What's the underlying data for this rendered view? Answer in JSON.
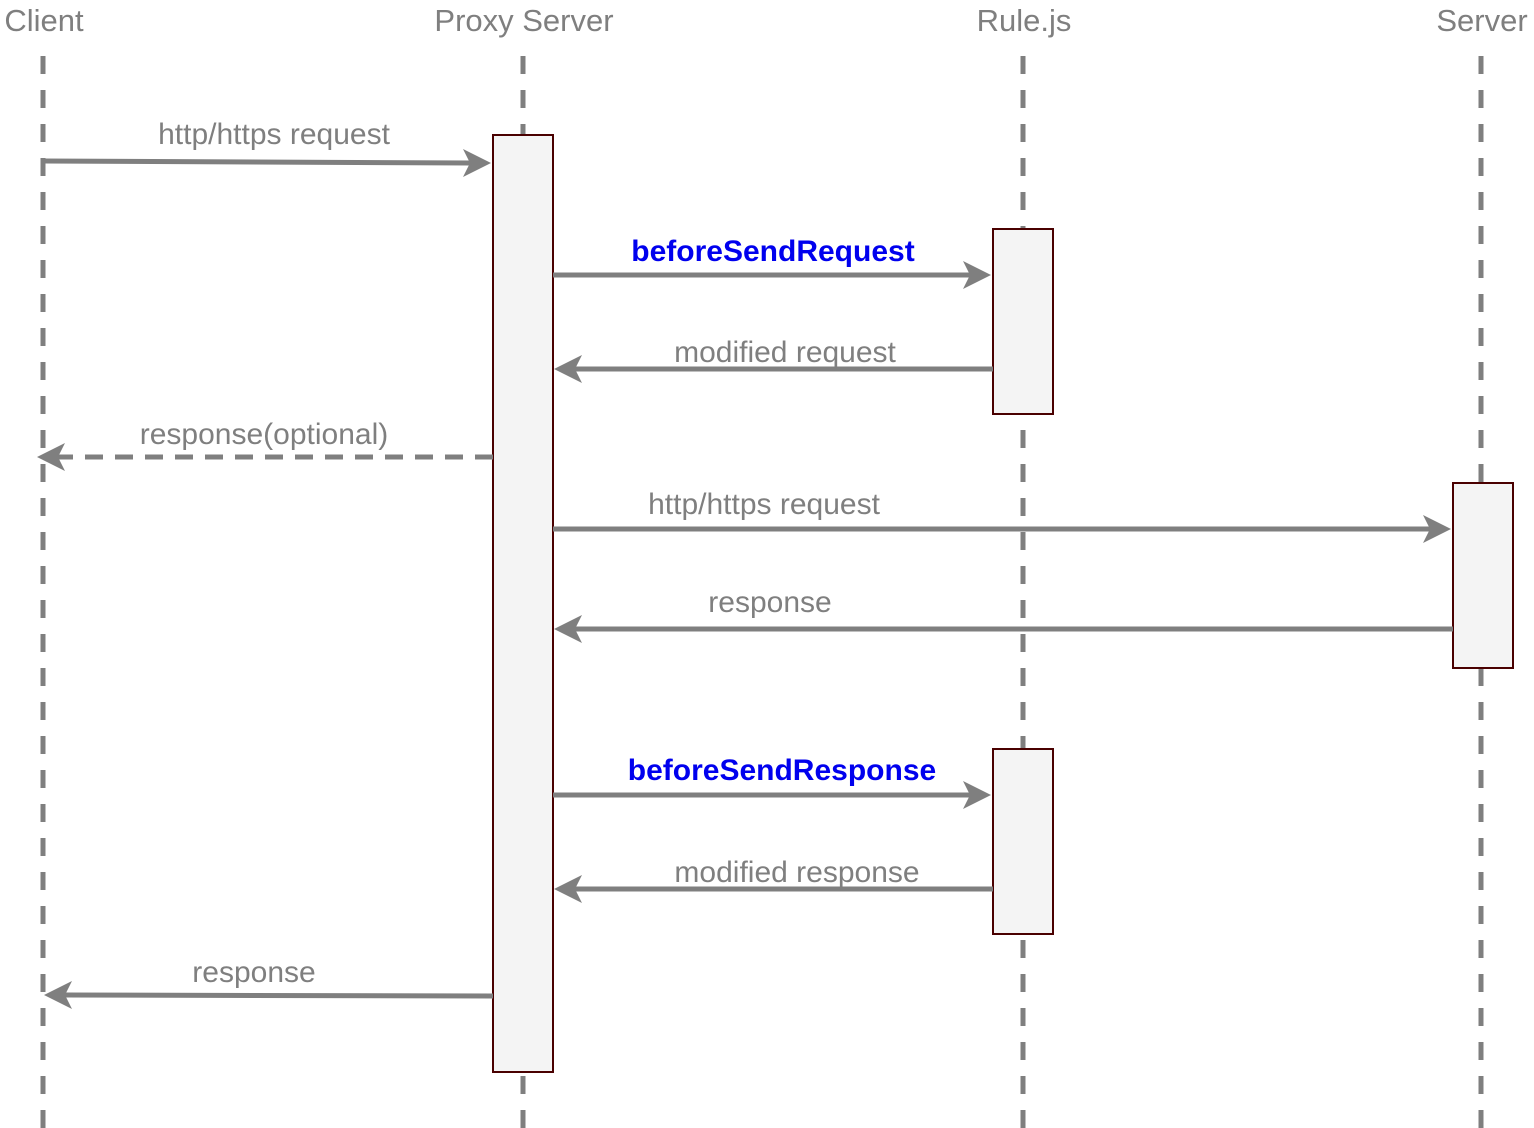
{
  "participants": {
    "client": "Client",
    "proxy": "Proxy Server",
    "rule": "Rule.js",
    "server": "Server"
  },
  "messages": [
    {
      "id": "m1",
      "label": "http/https request",
      "from": "client",
      "to": "proxy",
      "style": "solid"
    },
    {
      "id": "m2",
      "label": "beforeSendRequest",
      "from": "proxy",
      "to": "rule",
      "style": "hook"
    },
    {
      "id": "m3",
      "label": "modified request",
      "from": "rule",
      "to": "proxy",
      "style": "solid"
    },
    {
      "id": "m4",
      "label": "response(optional)",
      "from": "proxy",
      "to": "client",
      "style": "dashed"
    },
    {
      "id": "m5",
      "label": "http/https request",
      "from": "proxy",
      "to": "server",
      "style": "solid"
    },
    {
      "id": "m6",
      "label": "response",
      "from": "server",
      "to": "proxy",
      "style": "solid"
    },
    {
      "id": "m7",
      "label": "beforeSendResponse",
      "from": "proxy",
      "to": "rule",
      "style": "hook"
    },
    {
      "id": "m8",
      "label": "modified response",
      "from": "rule",
      "to": "proxy",
      "style": "solid"
    },
    {
      "id": "m9",
      "label": "response",
      "from": "proxy",
      "to": "client",
      "style": "solid"
    }
  ],
  "colors": {
    "line": "#7f7f7f",
    "hook_label": "#0000ee",
    "activation_fill": "#f4f4f4",
    "activation_border": "#4a0000"
  }
}
